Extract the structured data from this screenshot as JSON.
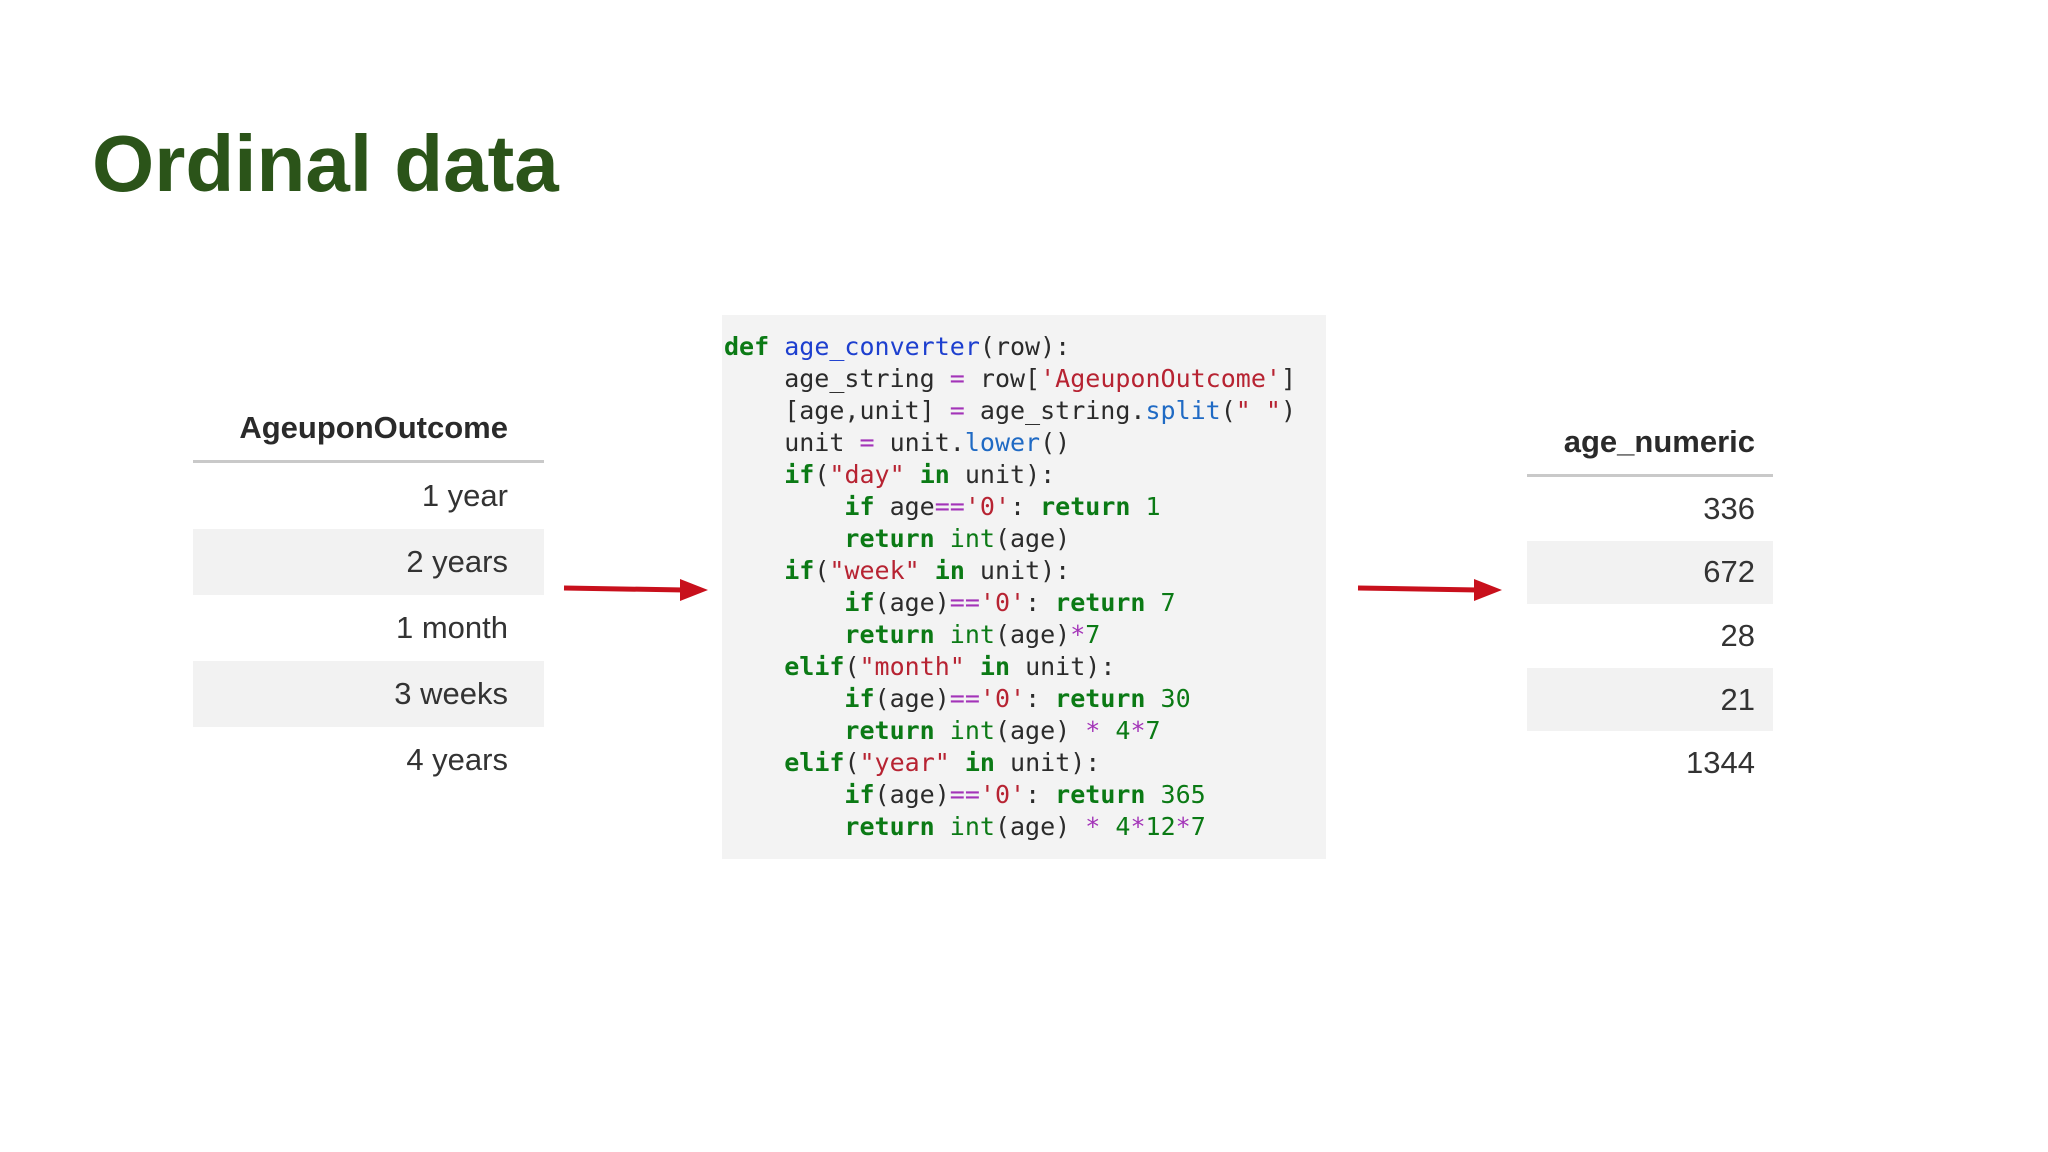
{
  "title": "Ordinal data",
  "left_table": {
    "header": "AgeuponOutcome",
    "rows": [
      "1 year",
      "2 years",
      "1 month",
      "3 weeks",
      "4 years"
    ]
  },
  "right_table": {
    "header": "age_numeric",
    "rows": [
      "336",
      "672",
      "28",
      "21",
      "1344"
    ]
  },
  "code_lines": [
    [
      {
        "t": "def",
        "c": "kw"
      },
      {
        "t": " "
      },
      {
        "t": "age_converter",
        "c": "fn"
      },
      {
        "t": "(row):"
      }
    ],
    [
      {
        "t": "    age_string "
      },
      {
        "t": "=",
        "c": "op"
      },
      {
        "t": " row["
      },
      {
        "t": "'AgeuponOutcome'",
        "c": "str"
      },
      {
        "t": "]"
      }
    ],
    [
      {
        "t": "    [age,unit] "
      },
      {
        "t": "=",
        "c": "op"
      },
      {
        "t": " age_string."
      },
      {
        "t": "split",
        "c": "meth"
      },
      {
        "t": "("
      },
      {
        "t": "\" \"",
        "c": "str"
      },
      {
        "t": ")"
      }
    ],
    [
      {
        "t": "    unit "
      },
      {
        "t": "=",
        "c": "op"
      },
      {
        "t": " unit."
      },
      {
        "t": "lower",
        "c": "meth"
      },
      {
        "t": "()"
      }
    ],
    [
      {
        "t": "    "
      },
      {
        "t": "if",
        "c": "kw"
      },
      {
        "t": "("
      },
      {
        "t": "\"day\"",
        "c": "str"
      },
      {
        "t": " "
      },
      {
        "t": "in",
        "c": "kw"
      },
      {
        "t": " unit):"
      }
    ],
    [
      {
        "t": "        "
      },
      {
        "t": "if",
        "c": "kw"
      },
      {
        "t": " age"
      },
      {
        "t": "==",
        "c": "op"
      },
      {
        "t": "'0'",
        "c": "str"
      },
      {
        "t": ": "
      },
      {
        "t": "return",
        "c": "kw"
      },
      {
        "t": " "
      },
      {
        "t": "1",
        "c": "num"
      }
    ],
    [
      {
        "t": "        "
      },
      {
        "t": "return",
        "c": "kw"
      },
      {
        "t": " "
      },
      {
        "t": "int",
        "c": "bi"
      },
      {
        "t": "(age)"
      }
    ],
    [
      {
        "t": "    "
      },
      {
        "t": "if",
        "c": "kw"
      },
      {
        "t": "("
      },
      {
        "t": "\"week\"",
        "c": "str"
      },
      {
        "t": " "
      },
      {
        "t": "in",
        "c": "kw"
      },
      {
        "t": " unit):"
      }
    ],
    [
      {
        "t": "        "
      },
      {
        "t": "if",
        "c": "kw"
      },
      {
        "t": "(age)"
      },
      {
        "t": "==",
        "c": "op"
      },
      {
        "t": "'0'",
        "c": "str"
      },
      {
        "t": ": "
      },
      {
        "t": "return",
        "c": "kw"
      },
      {
        "t": " "
      },
      {
        "t": "7",
        "c": "num"
      }
    ],
    [
      {
        "t": "        "
      },
      {
        "t": "return",
        "c": "kw"
      },
      {
        "t": " "
      },
      {
        "t": "int",
        "c": "bi"
      },
      {
        "t": "(age)"
      },
      {
        "t": "*",
        "c": "op"
      },
      {
        "t": "7",
        "c": "num"
      }
    ],
    [
      {
        "t": "    "
      },
      {
        "t": "elif",
        "c": "kw"
      },
      {
        "t": "("
      },
      {
        "t": "\"month\"",
        "c": "str"
      },
      {
        "t": " "
      },
      {
        "t": "in",
        "c": "kw"
      },
      {
        "t": " unit):"
      }
    ],
    [
      {
        "t": "        "
      },
      {
        "t": "if",
        "c": "kw"
      },
      {
        "t": "(age)"
      },
      {
        "t": "==",
        "c": "op"
      },
      {
        "t": "'0'",
        "c": "str"
      },
      {
        "t": ": "
      },
      {
        "t": "return",
        "c": "kw"
      },
      {
        "t": " "
      },
      {
        "t": "30",
        "c": "num"
      }
    ],
    [
      {
        "t": "        "
      },
      {
        "t": "return",
        "c": "kw"
      },
      {
        "t": " "
      },
      {
        "t": "int",
        "c": "bi"
      },
      {
        "t": "(age) "
      },
      {
        "t": "*",
        "c": "op"
      },
      {
        "t": " "
      },
      {
        "t": "4",
        "c": "num"
      },
      {
        "t": "*",
        "c": "op"
      },
      {
        "t": "7",
        "c": "num"
      }
    ],
    [
      {
        "t": "    "
      },
      {
        "t": "elif",
        "c": "kw"
      },
      {
        "t": "("
      },
      {
        "t": "\"year\"",
        "c": "str"
      },
      {
        "t": " "
      },
      {
        "t": "in",
        "c": "kw"
      },
      {
        "t": " unit):"
      }
    ],
    [
      {
        "t": "        "
      },
      {
        "t": "if",
        "c": "kw"
      },
      {
        "t": "(age)"
      },
      {
        "t": "==",
        "c": "op"
      },
      {
        "t": "'0'",
        "c": "str"
      },
      {
        "t": ": "
      },
      {
        "t": "return",
        "c": "kw"
      },
      {
        "t": " "
      },
      {
        "t": "365",
        "c": "num"
      }
    ],
    [
      {
        "t": "        "
      },
      {
        "t": "return",
        "c": "kw"
      },
      {
        "t": " "
      },
      {
        "t": "int",
        "c": "bi"
      },
      {
        "t": "(age) "
      },
      {
        "t": "*",
        "c": "op"
      },
      {
        "t": " "
      },
      {
        "t": "4",
        "c": "num"
      },
      {
        "t": "*",
        "c": "op"
      },
      {
        "t": "12",
        "c": "num"
      },
      {
        "t": "*",
        "c": "op"
      },
      {
        "t": "7",
        "c": "num"
      }
    ]
  ],
  "colors": {
    "title": "#2b5419",
    "arrow": "#c8101c",
    "stripe": "#f2f2f2",
    "code_bg": "#f3f3f3"
  },
  "icons": [
    "arrow-right-icon",
    "arrow-right-icon"
  ]
}
